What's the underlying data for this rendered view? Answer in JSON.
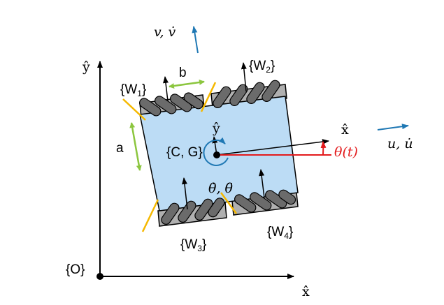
{
  "labels": {
    "v_vdot": "v, v̇",
    "u_udot": "u, u̇",
    "w1": "{W",
    "w1_sub": "1",
    "w2": "{W",
    "w2_sub": "2",
    "w3": "{W",
    "w3_sub": "3",
    "w4": "{W",
    "w4_sub": "4",
    "close": "}",
    "b": "b",
    "a": "a",
    "body_y": "ŷ",
    "body_x": "x̂",
    "cg": "{C, G}",
    "theta_t": "θ(t)",
    "theta_dot": "θ̇, θ̈",
    "world_y": "ŷ",
    "world_x": "x̂",
    "origin": "{O}"
  },
  "colors": {
    "body_fill": "#bcdcf5",
    "velocity_arrow": "#1f78b4",
    "dimension": "#8cc63f",
    "roller_force": "#f5b800",
    "theta": "#e31a1c",
    "wheel": "#666666"
  }
}
